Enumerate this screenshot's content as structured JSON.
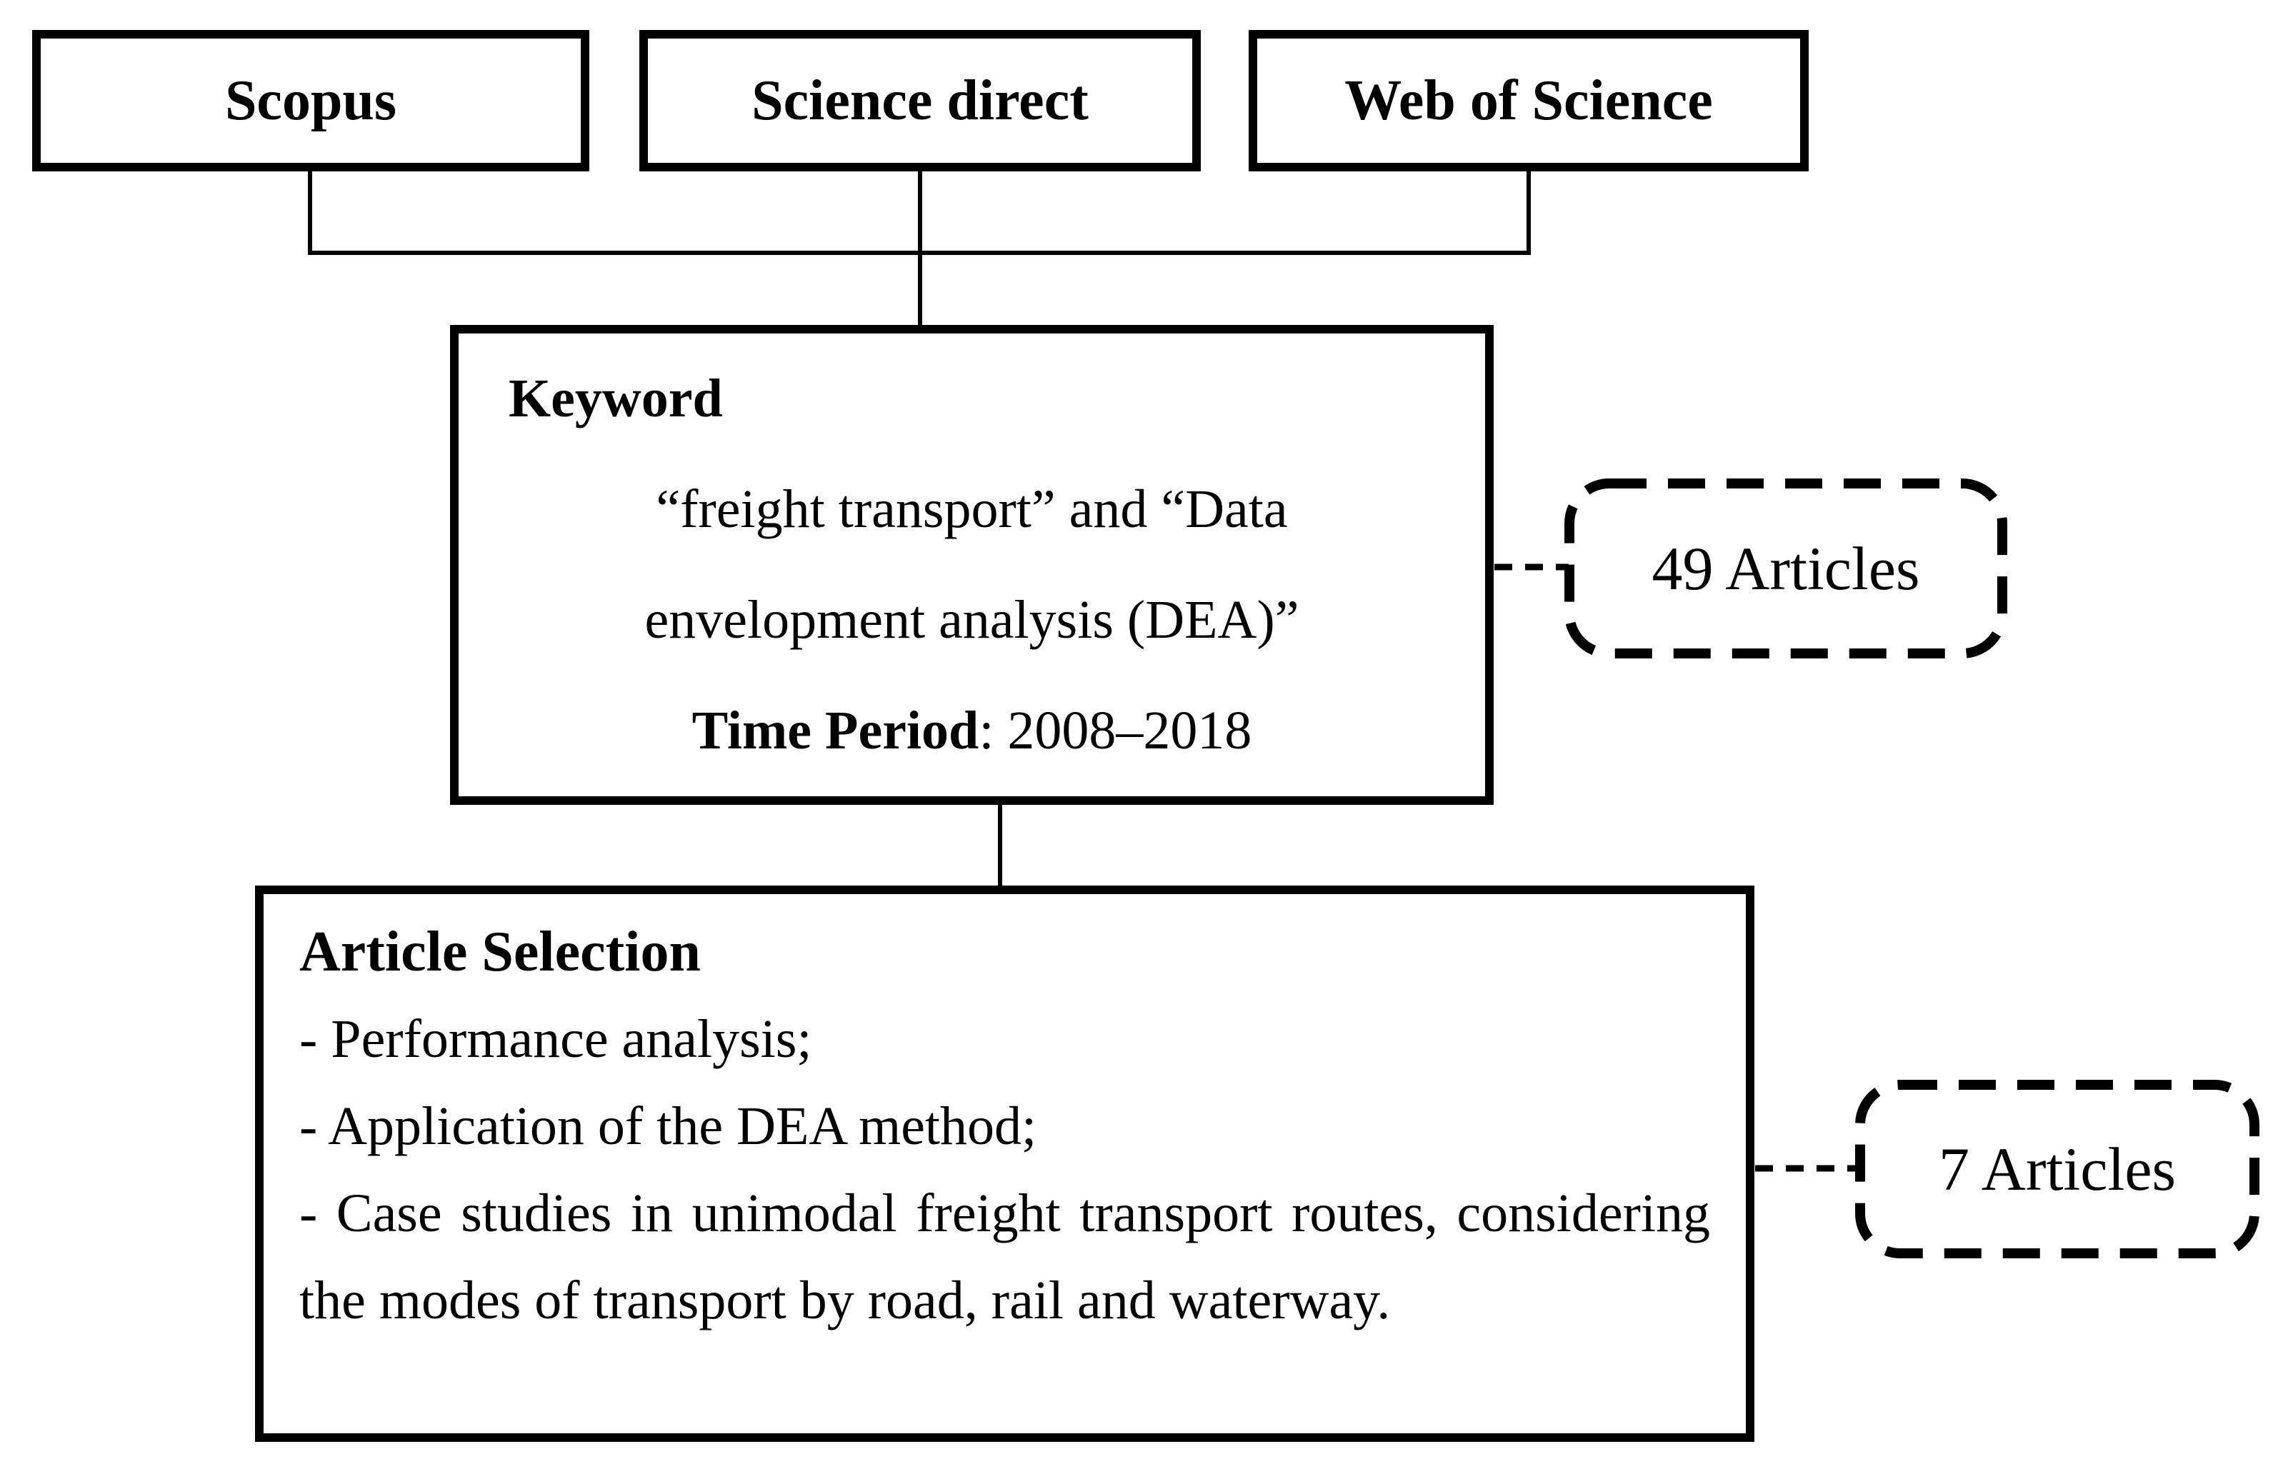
{
  "figure": {
    "colors": {
      "line": "#000000",
      "background": "#ffffff"
    },
    "sources": [
      {
        "label": "Scopus"
      },
      {
        "label": "Science direct"
      },
      {
        "label": "Web of Science"
      }
    ],
    "keyword_box": {
      "title": "Keyword",
      "query_line_1": "“freight transport” and “Data",
      "query_line_2": "envelopment analysis (DEA)”",
      "time_period_label": "Time Period",
      "time_period_value": ": 2008–2018"
    },
    "selection_box": {
      "title": "Article Selection",
      "criteria": [
        "- Performance analysis;",
        "- Application of the DEA method;",
        "- Case studies in unimodal freight transport routes, considering the modes of transport by road, rail and waterway."
      ]
    },
    "badges": [
      {
        "label": "49 Articles"
      },
      {
        "label": "7 Articles"
      }
    ]
  }
}
